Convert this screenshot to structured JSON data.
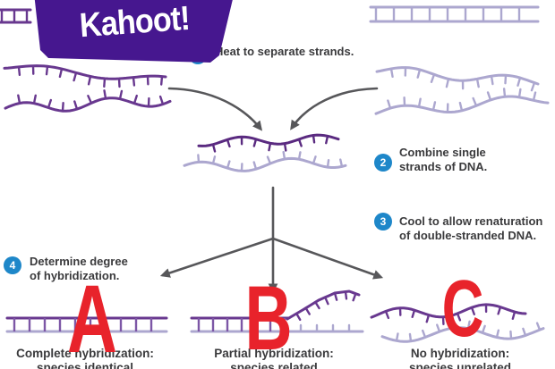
{
  "brand": {
    "logo_text": "Kahoot!"
  },
  "colors": {
    "brand_purple": "#46178f",
    "strand_purple": "#68388f",
    "strand_purple_dark": "#5a2a80",
    "strand_lavender": "#aca7cf",
    "rung_purple": "#7d57a6",
    "arrow_gray": "#57575a",
    "badge_blue": "#1e87c9",
    "answer_red": "#e8232b",
    "text_dark": "#3a3a3c"
  },
  "steps": [
    {
      "num": "1",
      "line1": "Heat to separate strands.",
      "line2": ""
    },
    {
      "num": "2",
      "line1": "Combine single",
      "line2": "strands of DNA."
    },
    {
      "num": "3",
      "line1": "Cool to allow renaturation",
      "line2": "of double-stranded DNA."
    },
    {
      "num": "4",
      "line1": "Determine degree",
      "line2": "of hybridization."
    }
  ],
  "options": [
    {
      "letter": "A",
      "title": "Complete hybridization:",
      "subtitle": "species identical"
    },
    {
      "letter": "B",
      "title": "Partial hybridization:",
      "subtitle": "species related"
    },
    {
      "letter": "C",
      "title": "No hybridization:",
      "subtitle": "species unrelated"
    }
  ]
}
